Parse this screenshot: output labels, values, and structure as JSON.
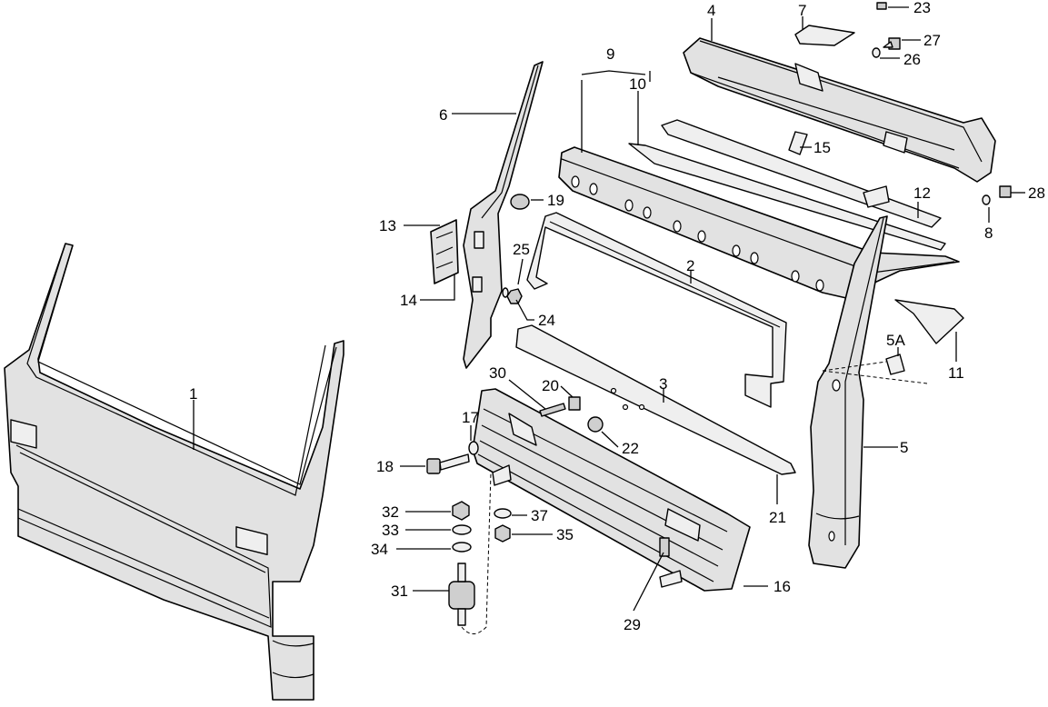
{
  "diagram": {
    "callouts": [
      "1",
      "2",
      "3",
      "4",
      "5",
      "5A",
      "6",
      "7",
      "8",
      "9",
      "10",
      "11",
      "12",
      "13",
      "14",
      "15",
      "16",
      "17",
      "18",
      "19",
      "20",
      "21",
      "22",
      "23",
      "24",
      "25",
      "26",
      "27",
      "28",
      "29",
      "30",
      "31",
      "32",
      "33",
      "34",
      "35",
      "37"
    ]
  }
}
